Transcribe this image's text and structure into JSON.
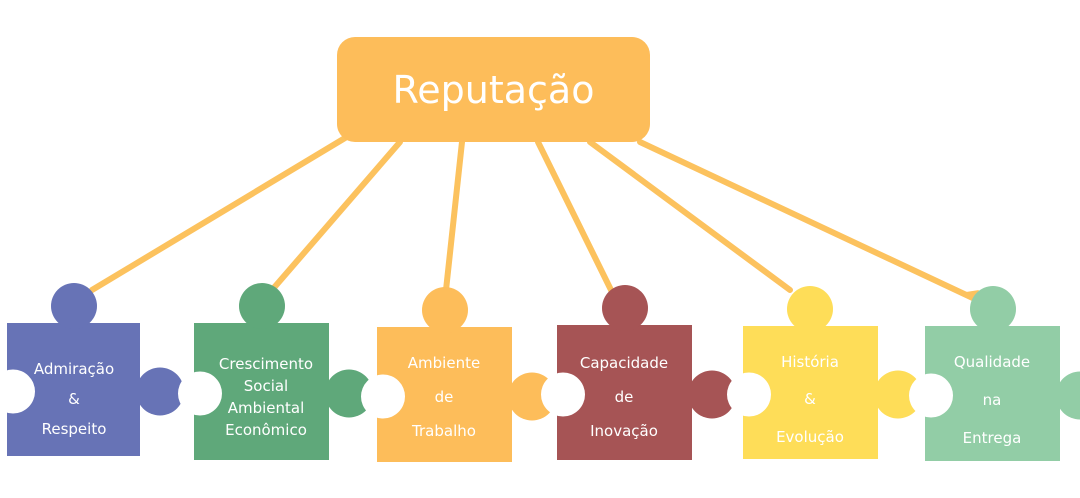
{
  "colors": {
    "root": "#FDBD5A",
    "connector": "#FCC25E",
    "admiracao": "#6773B6",
    "crescimento": "#5FA87A",
    "ambiente": "#FDBD5A",
    "capacidade": "#A65455",
    "historia": "#FEDD58",
    "qualidade": "#92CDA6"
  },
  "root": {
    "label": "Reputação"
  },
  "pieces": [
    {
      "id": "admiracao",
      "lines": [
        "Admiração",
        "&",
        "Respeito"
      ]
    },
    {
      "id": "crescimento",
      "lines": [
        "Crescimento",
        "Social",
        "Ambiental",
        "Econômico"
      ]
    },
    {
      "id": "ambiente",
      "lines": [
        "Ambiente",
        "de",
        "Trabalho"
      ]
    },
    {
      "id": "capacidade",
      "lines": [
        "Capacidade",
        "de",
        "Inovação"
      ]
    },
    {
      "id": "historia",
      "lines": [
        "História",
        "&",
        "Evolução"
      ]
    },
    {
      "id": "qualidade",
      "lines": [
        "Qualidade",
        "na",
        "Entrega"
      ]
    }
  ]
}
